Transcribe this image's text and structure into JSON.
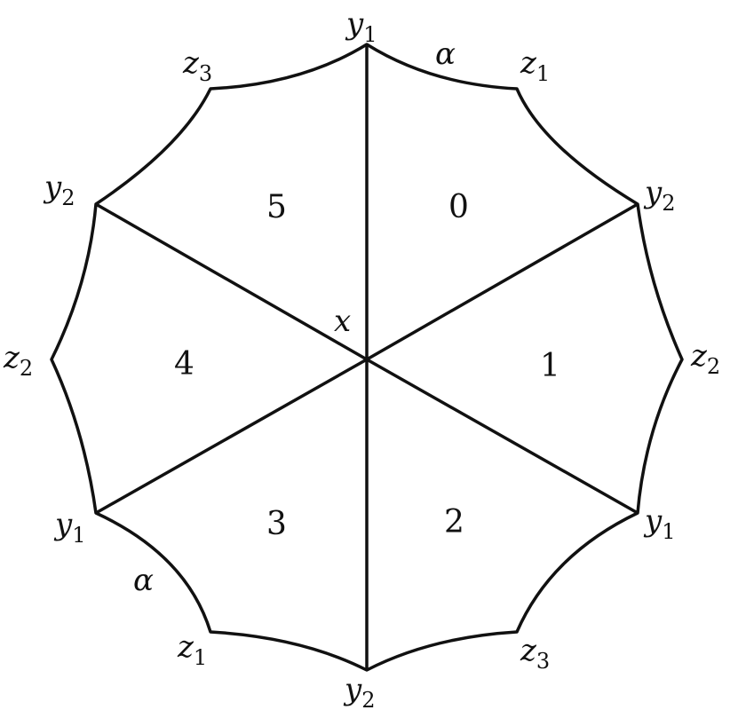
{
  "center": {
    "var": "x"
  },
  "outer_vertices": [
    {
      "var": "y",
      "sub": "1"
    },
    {
      "var": "z",
      "sub": "1"
    },
    {
      "var": "y",
      "sub": "2"
    },
    {
      "var": "z",
      "sub": "2"
    },
    {
      "var": "y",
      "sub": "1"
    },
    {
      "var": "z",
      "sub": "3"
    },
    {
      "var": "y",
      "sub": "2"
    },
    {
      "var": "z",
      "sub": "1"
    },
    {
      "var": "y",
      "sub": "1"
    },
    {
      "var": "z",
      "sub": "2"
    },
    {
      "var": "y",
      "sub": "2"
    },
    {
      "var": "z",
      "sub": "3"
    }
  ],
  "sector_labels": [
    "0",
    "1",
    "2",
    "3",
    "4",
    "5"
  ],
  "edge_labels": [
    "α",
    "α"
  ],
  "colors": {
    "stroke": "#111111",
    "background": "#ffffff"
  }
}
